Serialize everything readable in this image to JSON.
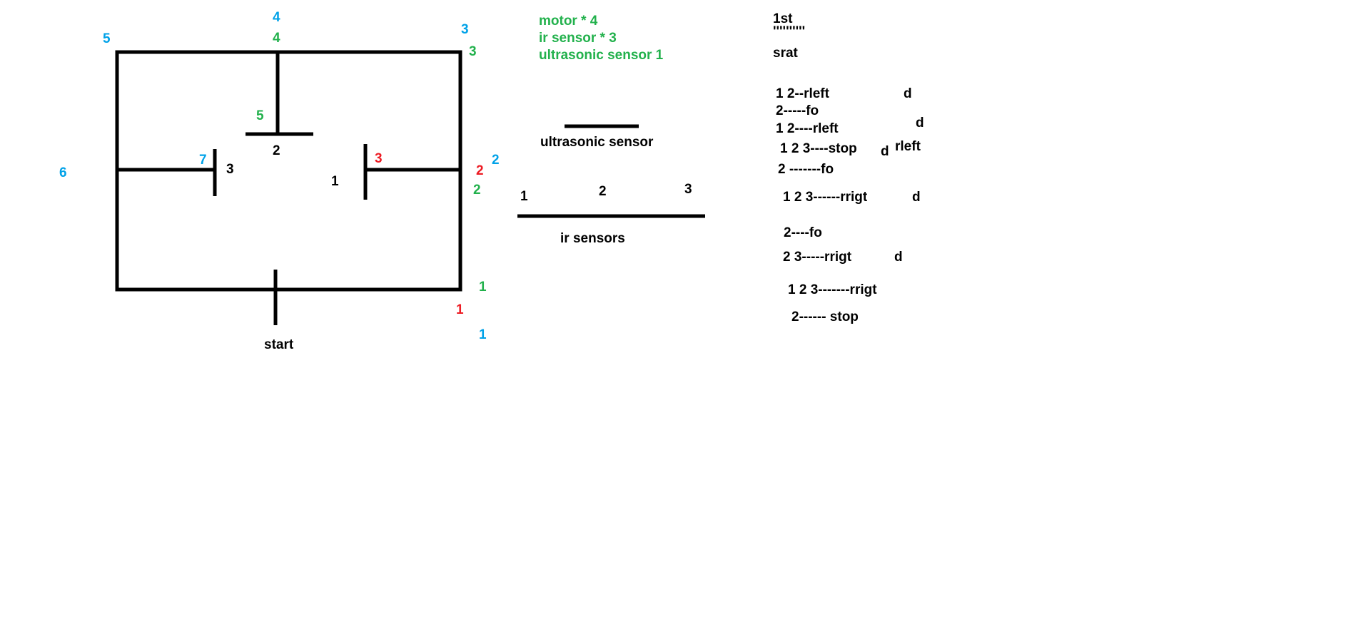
{
  "colors": {
    "text": "#000000",
    "green": "#22b14c",
    "blue": "#00a2e8",
    "red": "#ed1c24",
    "line": "#000000"
  },
  "maze": {
    "start_label": "start",
    "sensor_labels": {
      "top": "2",
      "left": "3",
      "right": "1"
    },
    "green_numbers": [
      "1",
      "2",
      "3",
      "4",
      "5"
    ],
    "blue_numbers": [
      "1",
      "2",
      "3",
      "4",
      "5",
      "6",
      "7"
    ],
    "red_numbers": [
      "1",
      "2",
      "3"
    ]
  },
  "components": {
    "items": [
      "motor * 4",
      "ir sensor * 3",
      "ultrasonic sensor 1"
    ]
  },
  "ultrasonic": {
    "label": "ultrasonic sensor"
  },
  "ir": {
    "label": "ir sensors",
    "numbers": [
      "1",
      "2",
      "3"
    ]
  },
  "logic": {
    "title": "1st",
    "underline": "''''''''''",
    "start_word": "srat",
    "rows": [
      "1 2--rleft",
      "d",
      "2-----fo",
      "1 2----rleft",
      "d",
      "1 2 3----stop",
      "d",
      "rleft",
      "2 -------fo",
      "1 2 3------rrigt",
      "d",
      "2----fo",
      "2 3-----rrigt",
      "d",
      "1 2 3-------rrigt",
      "2------ stop"
    ]
  }
}
